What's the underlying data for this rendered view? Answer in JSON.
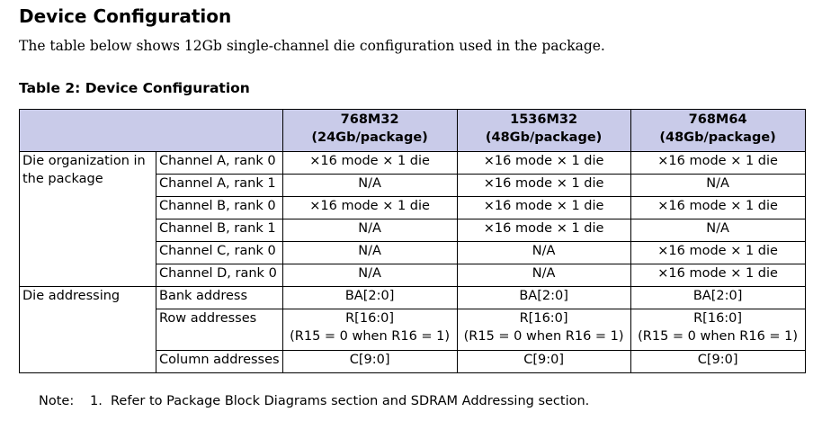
{
  "heading": "Device Configuration",
  "intro_text": "The table below shows 12Gb single-channel die configuration used in the package.",
  "table": {
    "caption": "Table 2: Device Configuration",
    "columns": [
      {
        "name": "768M32",
        "sub": "(24Gb/package)"
      },
      {
        "name": "1536M32",
        "sub": "(48Gb/package)"
      },
      {
        "name": "768M64",
        "sub": "(48Gb/package)"
      }
    ],
    "group_die_org": "Die organization in the package",
    "group_die_addr": "Die addressing",
    "rows": [
      {
        "label": "Channel A, rank 0",
        "values": [
          "×16 mode × 1 die",
          "×16 mode × 1 die",
          "×16 mode × 1 die"
        ]
      },
      {
        "label": "Channel A, rank 1",
        "values": [
          "N/A",
          "×16 mode × 1 die",
          "N/A"
        ]
      },
      {
        "label": "Channel B, rank 0",
        "values": [
          "×16 mode × 1 die",
          "×16 mode × 1 die",
          "×16 mode × 1 die"
        ]
      },
      {
        "label": "Channel B, rank 1",
        "values": [
          "N/A",
          "×16 mode × 1 die",
          "N/A"
        ]
      },
      {
        "label": "Channel C, rank 0",
        "values": [
          "N/A",
          "N/A",
          "×16 mode × 1 die"
        ]
      },
      {
        "label": "Channel D, rank 0",
        "values": [
          "N/A",
          "N/A",
          "×16 mode × 1 die"
        ]
      },
      {
        "label": "Bank address",
        "values": [
          "BA[2:0]",
          "BA[2:0]",
          "BA[2:0]"
        ]
      },
      {
        "label": "Row addresses",
        "values": [
          "R[16:0]",
          "R[16:0]",
          "R[16:0]"
        ],
        "sub": [
          "(R15 = 0 when R16 = 1)",
          "(R15 = 0 when R16 = 1)",
          "(R15 = 0 when R16 = 1)"
        ]
      },
      {
        "label": "Column addresses",
        "values": [
          "C[9:0]",
          "C[9:0]",
          "C[9:0]"
        ]
      }
    ]
  },
  "note": {
    "label": "Note:",
    "number": "1.",
    "text": "Refer to Package Block Diagrams section and SDRAM Addressing section."
  }
}
